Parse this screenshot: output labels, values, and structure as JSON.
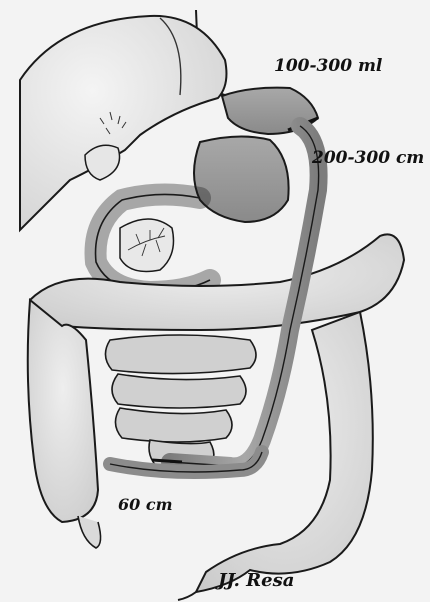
{
  "labels": {
    "stomach_volume": "100-300 ml",
    "bypass_limb_length": "200-300 cm",
    "common_channel_length": "60 cm",
    "signature": "JJ. Resa"
  },
  "colors": {
    "background": "#ffffff",
    "paper": "#f3f3f3",
    "outline": "#1a1a1a",
    "organ_fill_light": "#dcdcdc",
    "organ_fill_mid": "#b5b5b5",
    "limb_fill_dark": "#8c8c8c"
  }
}
